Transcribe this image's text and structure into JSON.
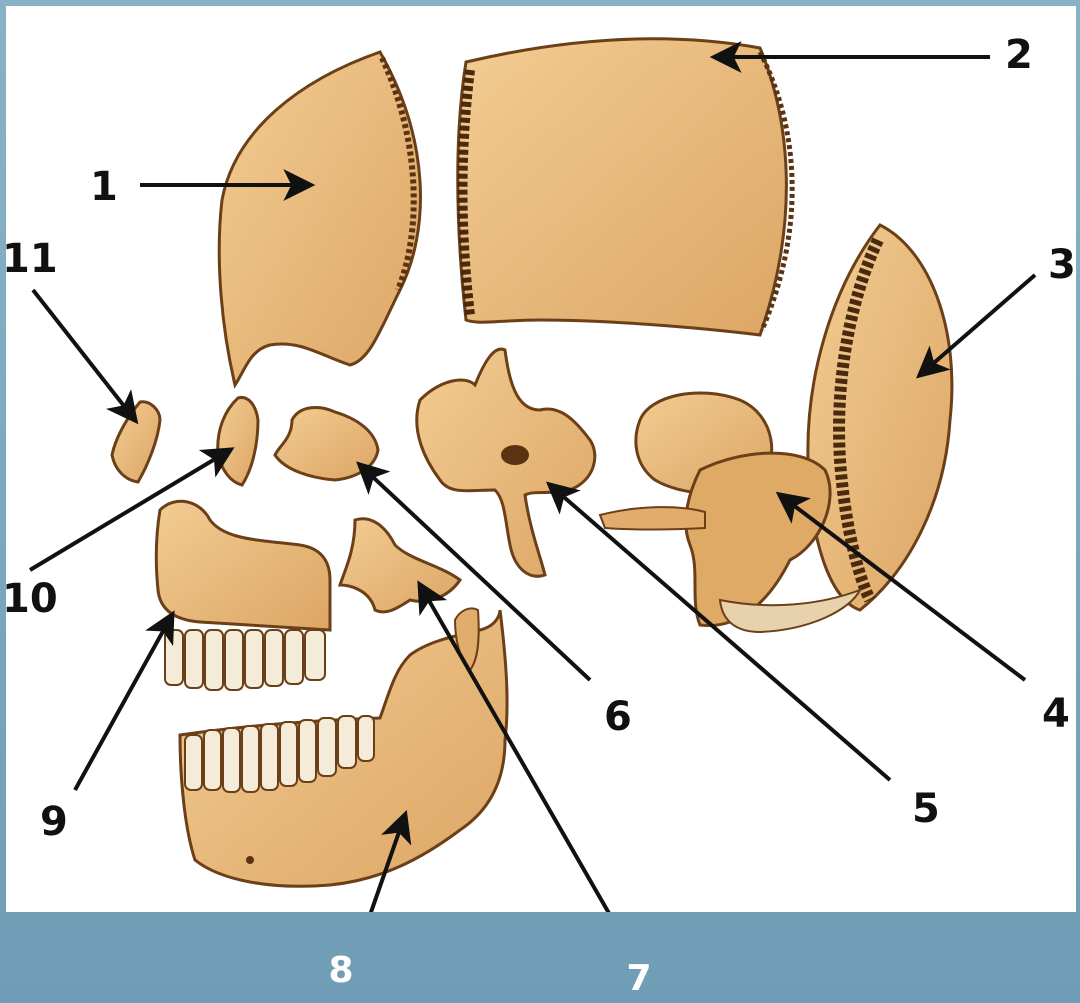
{
  "labels": {
    "l1": "1",
    "l2": "2",
    "l3": "3",
    "l4": "4",
    "l5": "5",
    "l6": "6",
    "l7": "7",
    "l8": "8",
    "l9": "9",
    "l10": "10",
    "l11": "11"
  },
  "colors": {
    "bone_light": "#f0c68a",
    "bone_mid": "#e2ad6c",
    "bone_dark": "#b37a3e",
    "edge": "#6b3f18",
    "tooth": "#f4ecd8",
    "background_blue": "#7fa9bf"
  }
}
